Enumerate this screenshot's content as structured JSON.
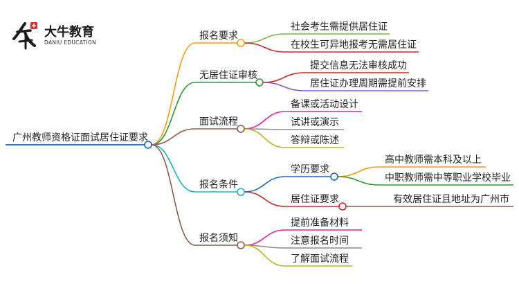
{
  "logo": {
    "title": "大牛教育",
    "subtitle": "DANIU EDUCATION",
    "icon": "daniu-logo-icon"
  },
  "mindmap": {
    "root": "广州教师资格证面试居住证要求",
    "branches": [
      {
        "label": "报名要求",
        "color": "#f39c12",
        "children": [
          {
            "label": "社会考生需提供居住证",
            "color": "#7cb342",
            "children": []
          },
          {
            "label": "在校生可异地报考无需居住证",
            "color": "#c62828",
            "children": []
          }
        ]
      },
      {
        "label": "无居住证审核",
        "color": "#2e9a2e",
        "children": [
          {
            "label": "提交信息无法审核成功",
            "color": "#c62828",
            "children": []
          },
          {
            "label": "居住证办理周期需提前安排",
            "color": "#7e57c2",
            "children": []
          }
        ]
      },
      {
        "label": "面试流程",
        "color": "#8d5a4a",
        "children": [
          {
            "label": "备课或活动设计",
            "color": "#e91e9c",
            "children": []
          },
          {
            "label": "试讲或演示",
            "color": "#8a8a8a",
            "children": []
          },
          {
            "label": "答辩或陈述",
            "color": "#b5b81e",
            "children": []
          }
        ]
      },
      {
        "label": "报名条件",
        "color": "#17b3c6",
        "children": [
          {
            "label": "学历要求",
            "color": "#1565c0",
            "children": [
              {
                "label": "高中教师需本科及以上",
                "color": "#f39c12"
              },
              {
                "label": "中职教师需中等职业学校毕业",
                "color": "#2e9a2e"
              }
            ]
          },
          {
            "label": "居住证要求",
            "color": "#c62828",
            "children": [
              {
                "label": "有效居住证且地址为广州市",
                "color": "#8d5a4a"
              }
            ]
          }
        ]
      },
      {
        "label": "报名须知",
        "color": "#8d5a4a",
        "children": [
          {
            "label": "提前准备材料",
            "color": "#e91e9c",
            "children": []
          },
          {
            "label": "注意报名时间",
            "color": "#8a8a8a",
            "children": []
          },
          {
            "label": "了解面试流程",
            "color": "#b5b81e",
            "children": []
          }
        ]
      }
    ]
  }
}
